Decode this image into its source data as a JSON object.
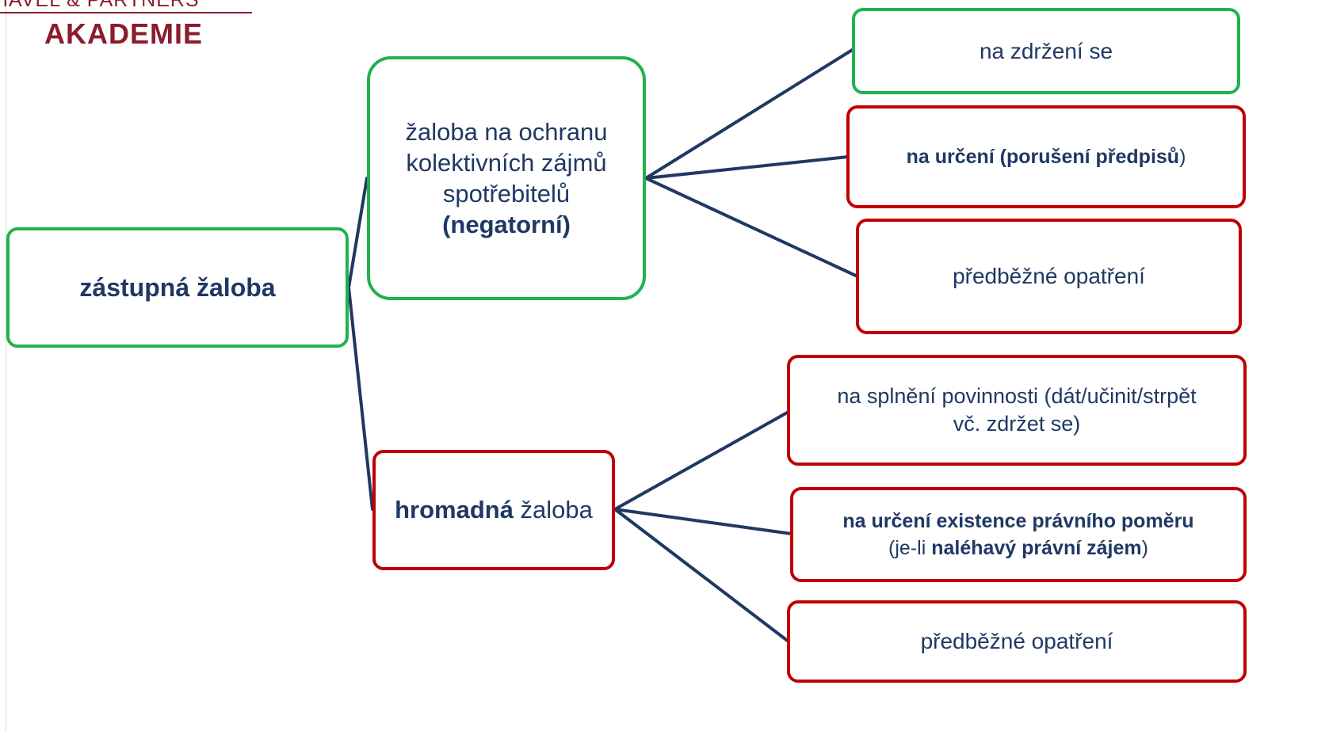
{
  "logo": {
    "top_line": "HAVEL & PARTNERS",
    "name": "AKADEMIE"
  },
  "colors": {
    "text": "#1f3864",
    "connector": "#1f3864",
    "green_border": "#22b14c",
    "red_border": "#c00000",
    "logo": "#8c1c2c"
  },
  "root": {
    "label": "zástupná žaloba"
  },
  "collective": {
    "line1": "žaloba na ochranu",
    "line2": "kolektivních zájmů",
    "line3": "spotřebitelů",
    "line4": "(negatorní)"
  },
  "class_action": {
    "bold": "hromadná",
    "rest": " žaloba"
  },
  "collective_children": {
    "abstention": "na zdržení se",
    "determination_bold": "na určení (porušení předpisů",
    "determination_end": ")",
    "preliminary": "předběžné opatření"
  },
  "class_children": {
    "performance_line1": "na splnění povinnosti (dát/učinit/strpět",
    "performance_line2": "vč. zdržet se)",
    "existence_bold": "na určení existence právního poměru",
    "existence_open": "(je-li ",
    "existence_interest": "naléhavý právní zájem",
    "existence_close": ")",
    "preliminary": "předběžné opatření"
  }
}
